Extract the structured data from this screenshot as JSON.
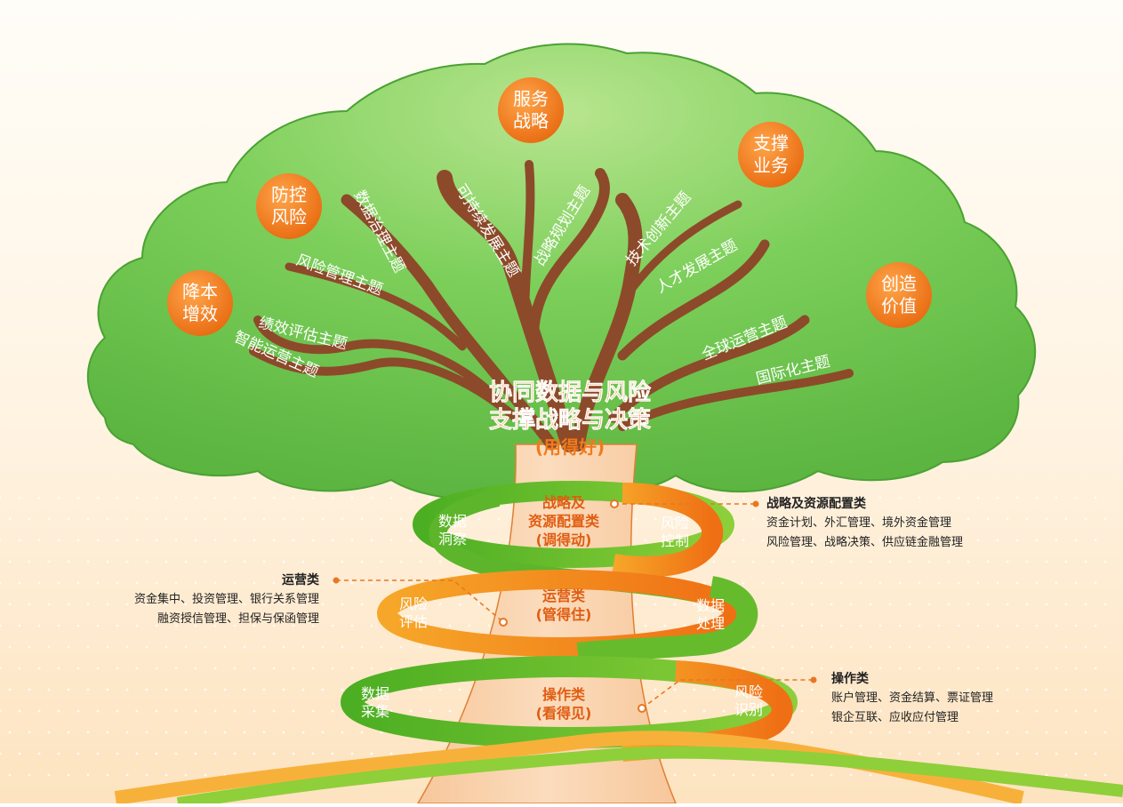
{
  "center_title": {
    "line1": "协同数据与风险",
    "line2": "支撑战略与决策",
    "line3": "(用得好)"
  },
  "goals": [
    {
      "line1": "服务",
      "line2": "战略"
    },
    {
      "line1": "支撑",
      "line2": "业务"
    },
    {
      "line1": "防控",
      "line2": "风险"
    },
    {
      "line1": "降本",
      "line2": "增效"
    },
    {
      "line1": "创造",
      "line2": "价值"
    }
  ],
  "branch_topics": [
    "数据治理主题",
    "风险管理主题",
    "绩效评估主题",
    "智能运营主题",
    "可持续发展主题",
    "战略规划主题",
    "技术创新主题",
    "人才发展主题",
    "全球运营主题",
    "国际化主题"
  ],
  "trunk_levels": [
    {
      "line1": "战略及",
      "line2": "资源配置类",
      "line3": "(调得动)"
    },
    {
      "line1": "运营类",
      "line2": "(管得住)"
    },
    {
      "line1": "操作类",
      "line2": "(看得见)"
    }
  ],
  "helix_labels": {
    "data_insight": {
      "line1": "数据",
      "line2": "洞察"
    },
    "risk_control": {
      "line1": "风险",
      "line2": "控制"
    },
    "risk_assess": {
      "line1": "风险",
      "line2": "评估"
    },
    "data_process": {
      "line1": "数据",
      "line2": "处理"
    },
    "data_collect": {
      "line1": "数据",
      "line2": "采集"
    },
    "risk_identify": {
      "line1": "风险",
      "line2": "识别"
    }
  },
  "callouts": {
    "strategy": {
      "title": "战略及资源配置类",
      "line1": "资金计划、外汇管理、境外资金管理",
      "line2": "风险管理、战略决策、供应链金融管理"
    },
    "operation": {
      "title": "运营类",
      "line1": "资金集中、投资管理、银行关系管理",
      "line2": "融资授信管理、担保与保函管理"
    },
    "action": {
      "title": "操作类",
      "line1": "账户管理、资金结算、票证管理",
      "line2": "银企互联、应收应付管理"
    }
  },
  "colors": {
    "canopy": "#6cc451",
    "canopy_light": "#b8e58f",
    "trunk": "#f9cfa6",
    "branch": "#8c4a2a",
    "orange": "#f07a1a",
    "green_band": "#5ab52a",
    "orange_band": "#f39a22"
  }
}
